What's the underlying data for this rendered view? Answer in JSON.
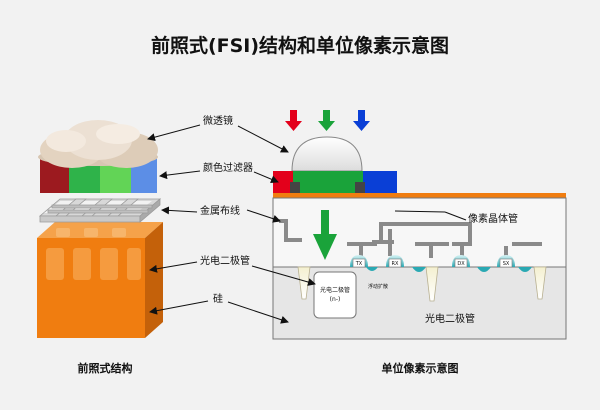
{
  "title": "前照式(FSI)结构和单位像素示意图",
  "labels": {
    "microlens": "微透镜",
    "color_filter": "颜色过滤器",
    "metal_wiring": "金属布线",
    "photodiode": "光电二极管",
    "silicon": "硅",
    "pixel_transistor": "像素晶体管",
    "photodiode_region": "光电二极管",
    "pd_box_line1": "光电二极管",
    "pd_box_line2": "(n-)",
    "floating_diffusion": "浮动扩散"
  },
  "transistors": [
    "TX",
    "RX",
    "DX",
    "SX"
  ],
  "captions": {
    "left": "前照式结构",
    "right": "单位像素示意图"
  },
  "colors": {
    "background": "#f2f2f2",
    "orange": "#f07d10",
    "red": "#e3001b",
    "green": "#1aa33a",
    "blue": "#0a3fd6",
    "gray": "#8a8a8a",
    "teal": "#2aa9b3"
  }
}
